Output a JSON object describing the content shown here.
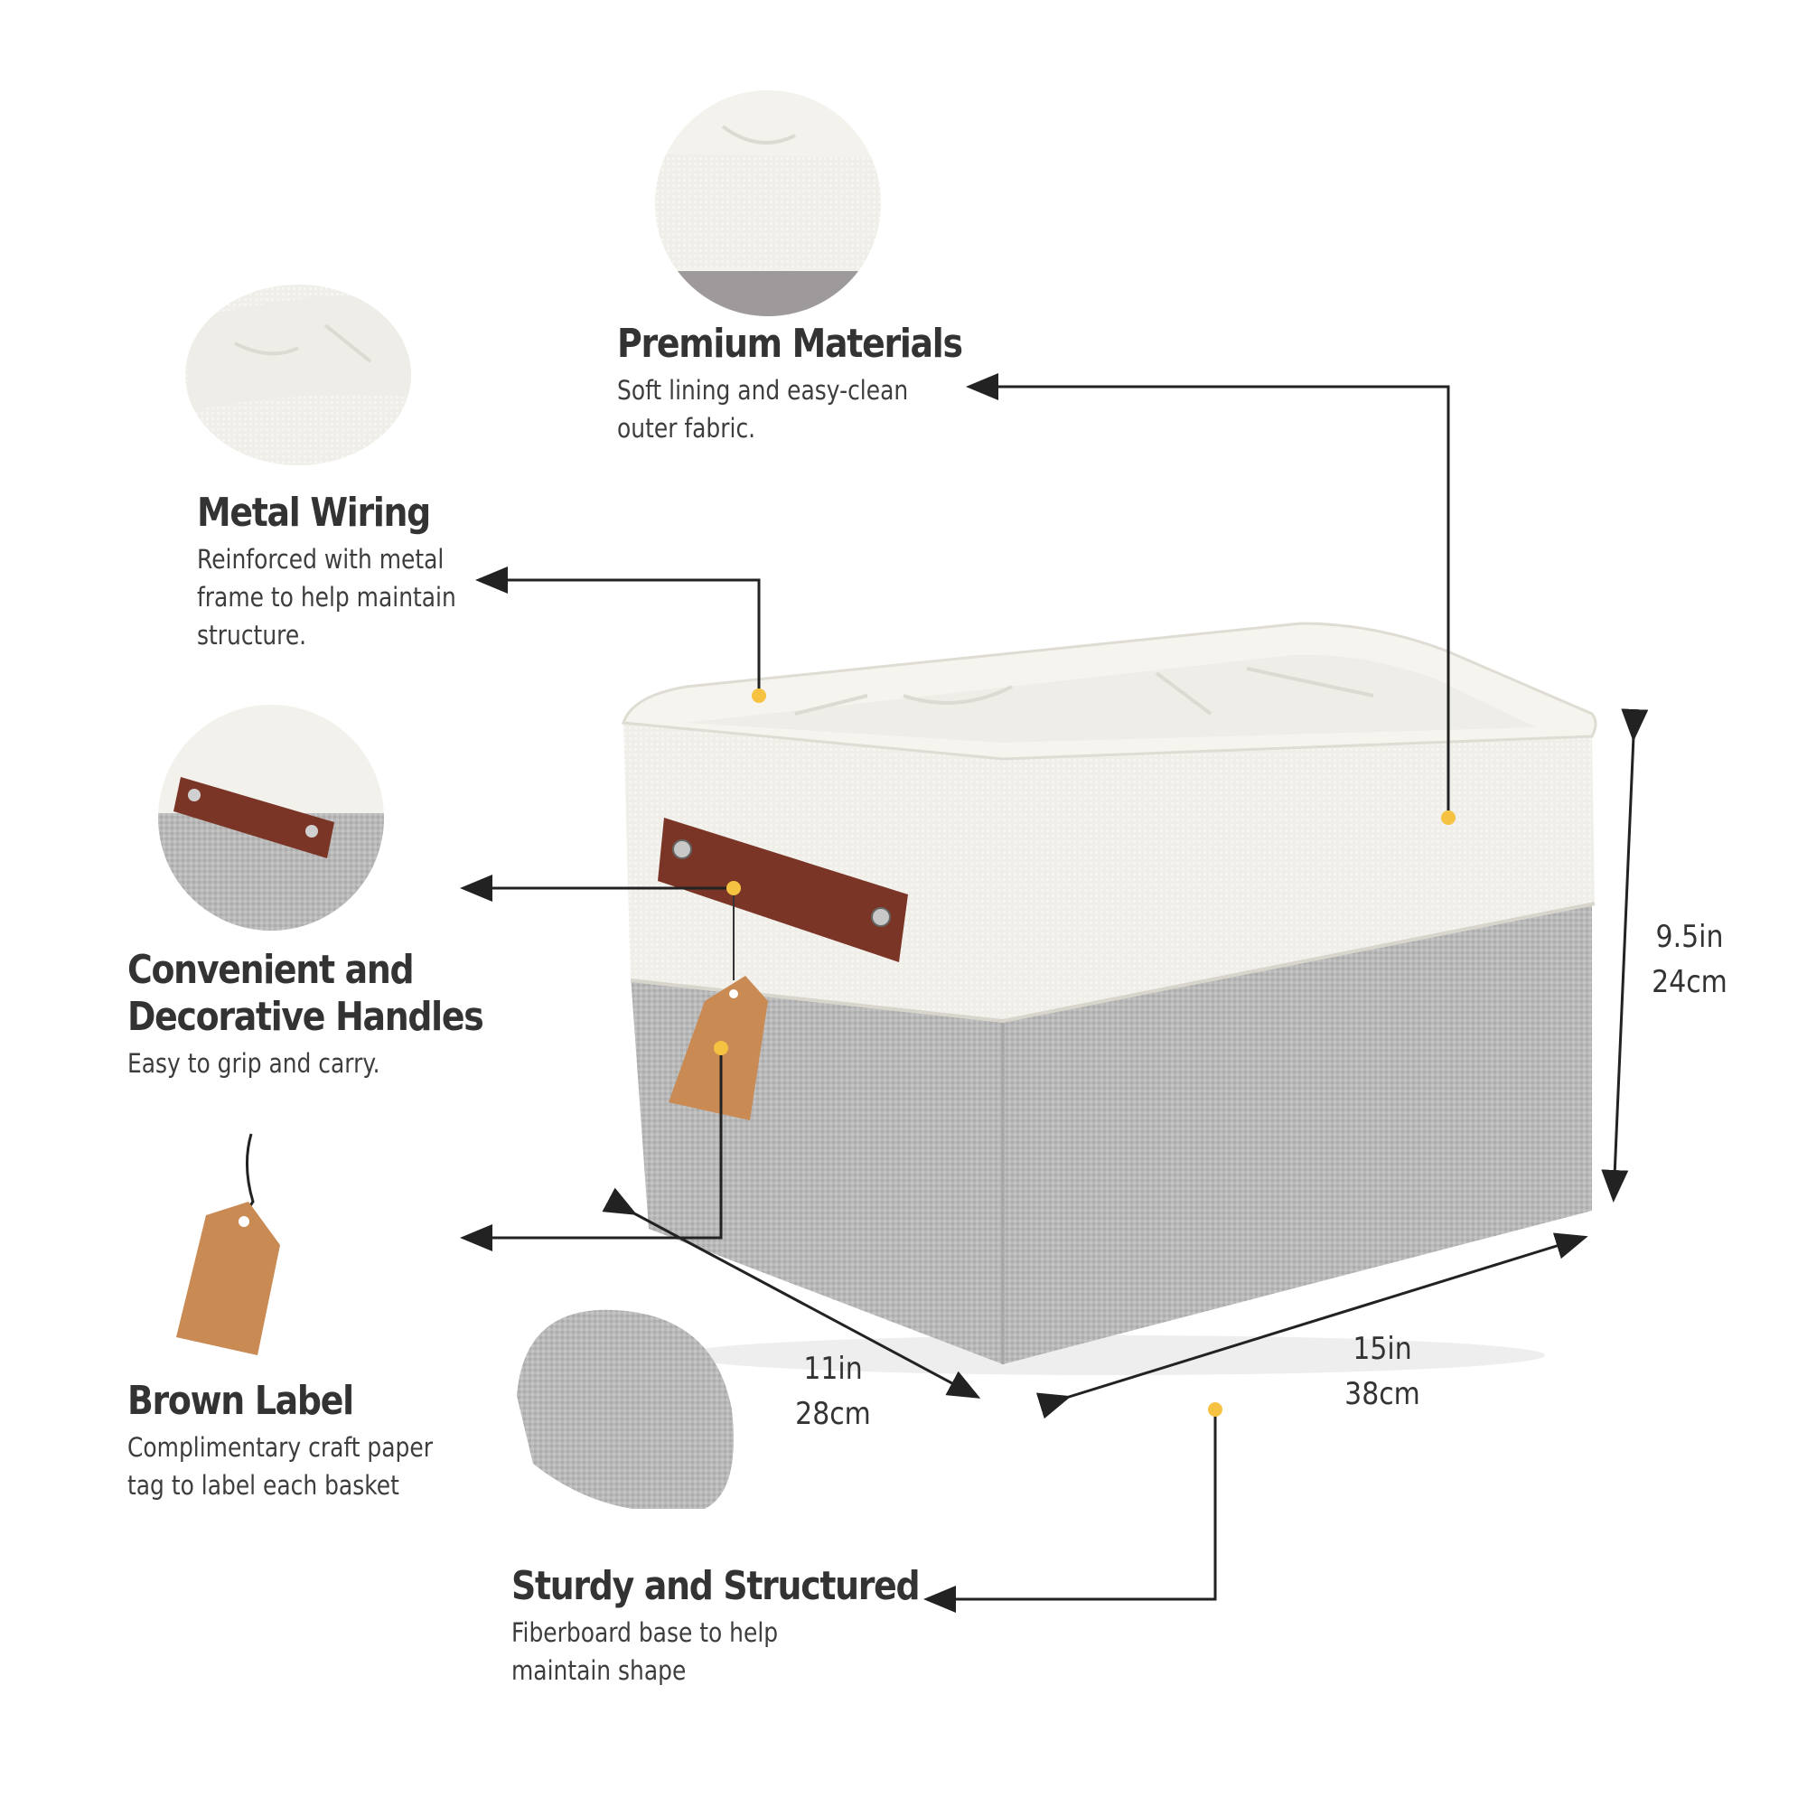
{
  "features": {
    "premium_materials": {
      "title": "Premium Materials",
      "line1": "Soft lining and easy-clean",
      "line2": "outer fabric."
    },
    "metal_wiring": {
      "title": "Metal Wiring",
      "line1": "Reinforced with metal",
      "line2": "frame to help maintain",
      "line3": "structure."
    },
    "handles": {
      "title_line1": "Convenient and",
      "title_line2": "Decorative Handles",
      "line1": "Easy to grip and carry."
    },
    "brown_label": {
      "title": "Brown Label",
      "line1": "Complimentary craft paper",
      "line2": "tag to label each basket"
    },
    "sturdy": {
      "title": "Sturdy and Structured",
      "line1": "Fiberboard base to help",
      "line2": "maintain shape"
    }
  },
  "dimensions": {
    "height": {
      "imperial": "9.5in",
      "metric": "24cm"
    },
    "width": {
      "imperial": "15in",
      "metric": "38cm"
    },
    "depth": {
      "imperial": "11in",
      "metric": "28cm"
    }
  },
  "colors": {
    "accent_dot": "#f5c242",
    "lining": "#f4f3ee",
    "linen_gray": "#b8b8b8",
    "leather": "#7a3526",
    "kraft_tag": "#c98a54"
  },
  "icons": [
    "basket-image",
    "lining-detail-image",
    "rim-detail-image",
    "handle-detail-image",
    "kraft-tag-image",
    "base-fabric-detail-image"
  ]
}
